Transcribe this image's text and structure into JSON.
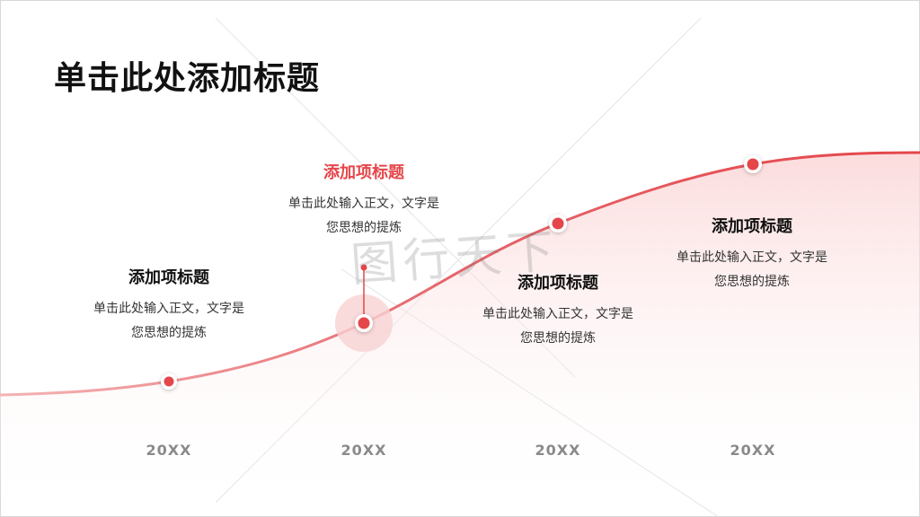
{
  "title": "单击此处添加标题",
  "watermark": "图行天下",
  "accent": "#e5464a",
  "items": [
    {
      "heading": "添加项标题",
      "line1": "单击此处输入正文，文字是",
      "line2": "您思想的提炼",
      "year": "20XX"
    },
    {
      "heading": "添加项标题",
      "line1": "单击此处输入正文，文字是",
      "line2": "您思想的提炼",
      "year": "20XX",
      "highlighted": true
    },
    {
      "heading": "添加项标题",
      "line1": "单击此处输入正文，文字是",
      "line2": "您思想的提炼",
      "year": "20XX"
    },
    {
      "heading": "添加项标题",
      "line1": "单击此处输入正文，文字是",
      "line2": "您思想的提炼",
      "year": "20XX"
    }
  ]
}
